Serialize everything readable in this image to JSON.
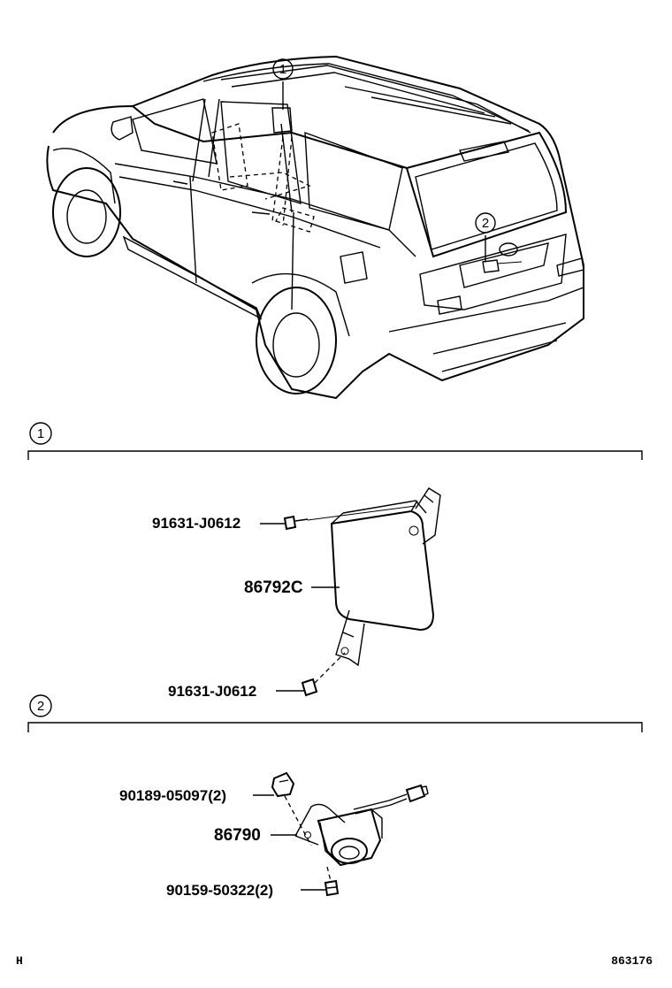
{
  "callouts": {
    "c1": "1",
    "c2": "2"
  },
  "section1": {
    "number": "1",
    "parts": {
      "bolt_top": "91631-J0612",
      "module": "86792C",
      "bolt_bottom": "91631-J0612"
    }
  },
  "section2": {
    "number": "2",
    "parts": {
      "clip": "90189-05097(2)",
      "camera": "86790",
      "screw": "90159-50322(2)"
    }
  },
  "footer": {
    "left": "H",
    "right": "863176"
  }
}
